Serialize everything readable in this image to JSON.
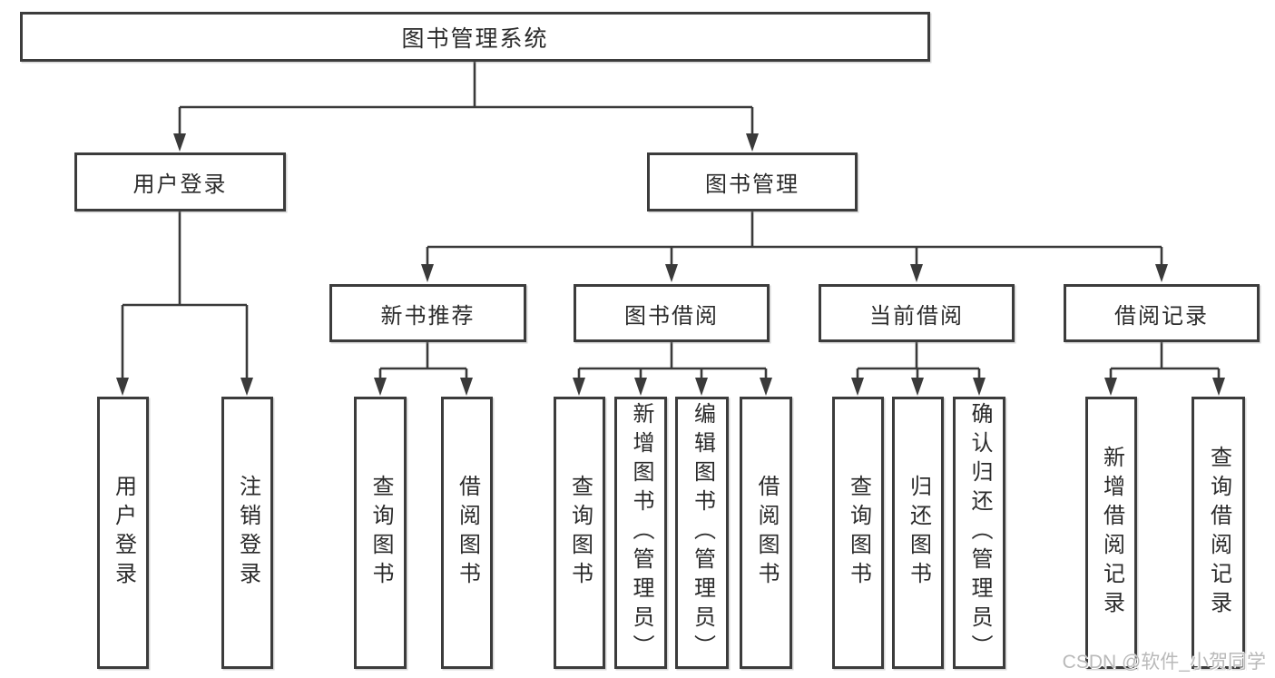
{
  "diagram": {
    "title": "图书管理系统",
    "nodes": {
      "root": {
        "label": "图书管理系统"
      },
      "branches": [
        {
          "label": "用户登录",
          "children": [
            {
              "label": "用户登录"
            },
            {
              "label": "注销登录"
            }
          ]
        },
        {
          "label": "图书管理",
          "children": [
            {
              "label": "新书推荐",
              "children": [
                {
                  "label": "查询图书"
                },
                {
                  "label": "借阅图书"
                }
              ]
            },
            {
              "label": "图书借阅",
              "children": [
                {
                  "label": "查询图书"
                },
                {
                  "label": "新增图书（管理员）"
                },
                {
                  "label": "编辑图书（管理员）"
                },
                {
                  "label": "借阅图书"
                }
              ]
            },
            {
              "label": "当前借阅",
              "children": [
                {
                  "label": "查询图书"
                },
                {
                  "label": "归还图书"
                },
                {
                  "label": "确认归还（管理员）"
                }
              ]
            },
            {
              "label": "借阅记录",
              "children": [
                {
                  "label": "新增借阅记录"
                },
                {
                  "label": "查询借阅记录"
                }
              ]
            }
          ]
        }
      ]
    },
    "colors": {
      "line": "#3a3a3a",
      "border": "#3c3c3c",
      "text": "#2b2b2b",
      "background": "#ffffff",
      "watermark": "#b9b9b9"
    }
  },
  "watermark": {
    "text": "CSDN @软件_小贺同学"
  }
}
